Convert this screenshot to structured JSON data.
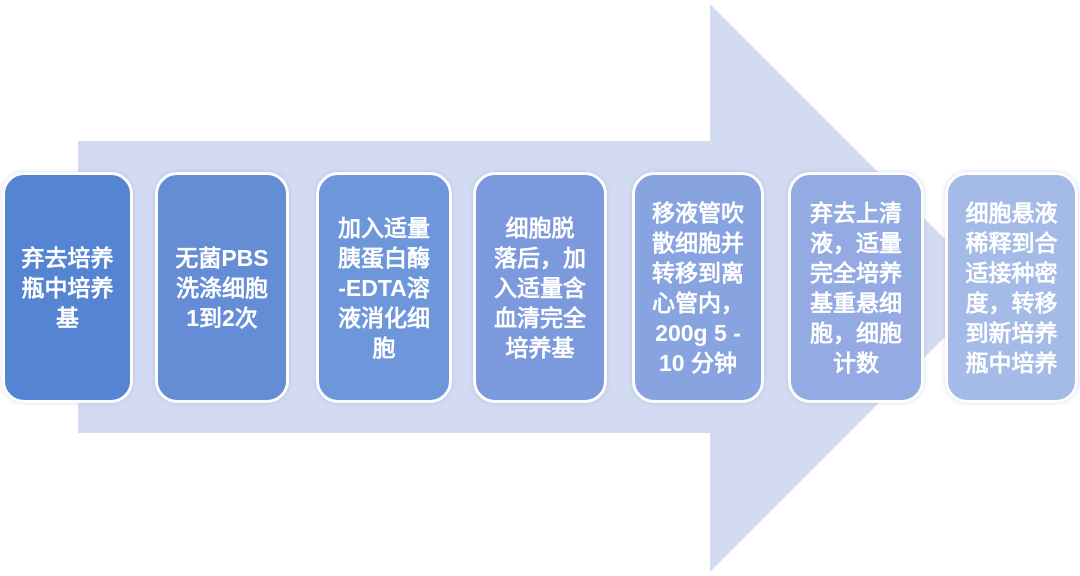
{
  "diagram": {
    "type": "process-flow",
    "direction": "left-to-right",
    "arrow": {
      "icon": "right-arrow",
      "fill": "#d2dbf2"
    }
  },
  "colors": {
    "arrow_fill": "#d2dbf2",
    "box_border": "#fdfdfe",
    "text": "#ffffff",
    "box_gradient_start": "#5585d2",
    "box_gradient_end": "#a4bbe8"
  },
  "steps": [
    {
      "fill": "#5585d2",
      "lines": [
        "弃去培养",
        "瓶中培养",
        "基"
      ]
    },
    {
      "fill": "#648dd6",
      "lines": [
        "无菌PBS",
        "洗涤细胞",
        "1到2次"
      ]
    },
    {
      "fill": "#6e96da",
      "lines": [
        "加入适量",
        "胰蛋白酶",
        "-EDTA溶",
        "液消化细",
        "胞"
      ]
    },
    {
      "fill": "#7b99dc",
      "lines": [
        "细胞脱",
        "落后，加",
        "入适量含",
        "血清完全",
        "培养基"
      ]
    },
    {
      "fill": "#87a3e0",
      "lines": [
        "移液管吹",
        "散细胞并",
        "转移到离",
        "心管内，",
        "200g 5 -",
        "10 分钟"
      ]
    },
    {
      "fill": "#93abe2",
      "lines": [
        "弃去上清",
        "液，适量",
        "完全培养",
        "基重悬细",
        "胞，细胞",
        "计数"
      ]
    },
    {
      "fill": "#a4bbe8",
      "lines": [
        "细胞悬液",
        "稀释到合",
        "适接种密",
        "度，转移",
        "到新培养",
        "瓶中培养"
      ]
    }
  ]
}
